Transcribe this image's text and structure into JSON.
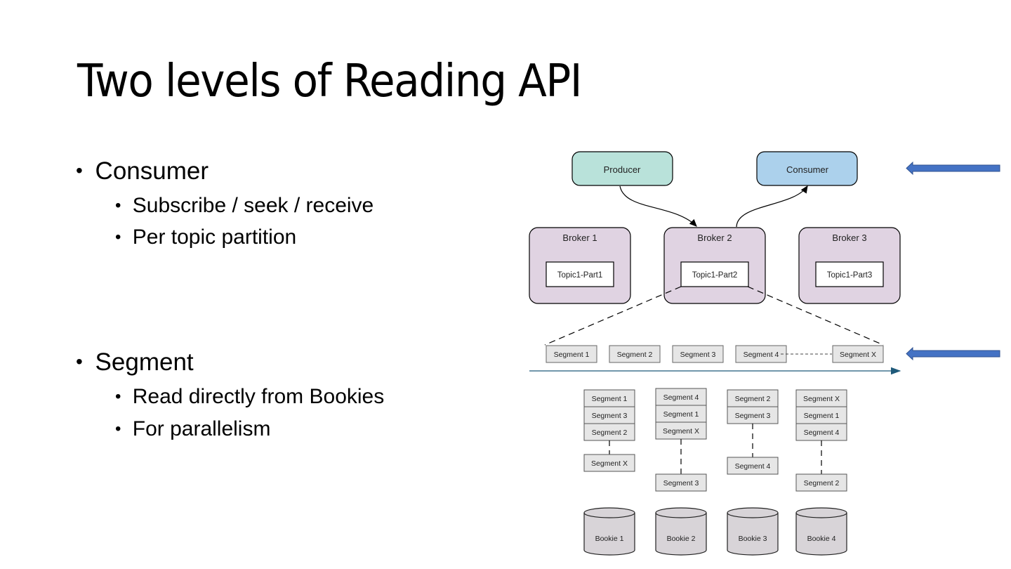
{
  "slide": {
    "title": "Two levels of Reading API",
    "bullets": [
      {
        "label": "Consumer",
        "sub": [
          "Subscribe / seek / receive",
          "Per topic partition"
        ]
      },
      {
        "label": "Segment",
        "sub": [
          "Read directly from Bookies",
          "For parallelism"
        ]
      }
    ]
  },
  "diagram": {
    "producer": {
      "label": "Producer",
      "color": "#b9e2da"
    },
    "consumer": {
      "label": "Consumer",
      "color": "#acd1ec"
    },
    "broker_color": "#e0d3e2",
    "segment_color": "#e6e6e6",
    "bookie_color": "#d8d4d8",
    "arrow_color": "#4472c4",
    "timeline_color": "#1f5a7a",
    "brokers": [
      {
        "label": "Broker 1",
        "partition": "Topic1-Part1"
      },
      {
        "label": "Broker 2",
        "partition": "Topic1-Part2"
      },
      {
        "label": "Broker 3",
        "partition": "Topic1-Part3"
      }
    ],
    "timeline_segments": [
      "Segment 1",
      "Segment 2",
      "Segment 3",
      "Segment 4",
      "Segment X"
    ],
    "bookie_columns": [
      {
        "stack": [
          "Segment 1",
          "Segment 3",
          "Segment 2"
        ],
        "bottom": "Segment X",
        "bookie": "Bookie 1"
      },
      {
        "stack": [
          "Segment 4",
          "Segment 1",
          "Segment X"
        ],
        "bottom": "Segment 3",
        "bookie": "Bookie 2"
      },
      {
        "stack": [
          "Segment 2",
          "Segment 3"
        ],
        "bottom": "Segment 4",
        "bookie": "Bookie 3"
      },
      {
        "stack": [
          "Segment X",
          "Segment 1",
          "Segment 4"
        ],
        "bottom": "Segment 2",
        "bookie": "Bookie 4"
      }
    ],
    "pointer_arrows": [
      "consumer-level",
      "segment-level"
    ]
  }
}
